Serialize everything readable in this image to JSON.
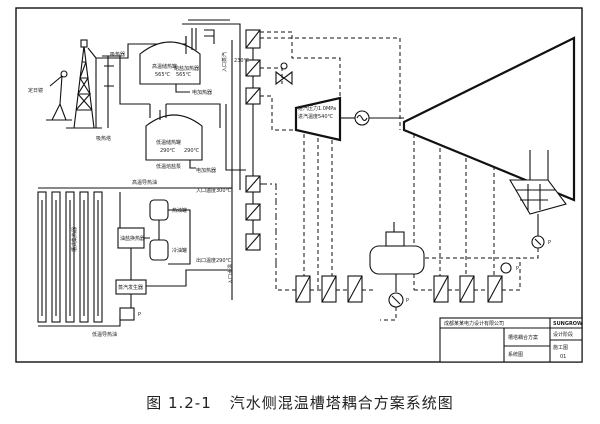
{
  "caption": {
    "number": "图 1.2-1",
    "title": "汽水侧混温槽塔耦合方案系统图"
  },
  "labels": {
    "solar_tower": "吸热器",
    "tower_base": "吸热塔",
    "heliostat": "定日镜",
    "hot_tank_title": "高温储热罐",
    "hot_tank_temp": "565℃",
    "hot_tank_heater": "熔盐加热器",
    "hot_tank_temp2": "565℃",
    "heater": "电加热器",
    "cold_tank_title": "低温储热罐",
    "cold_tank_temp": "290℃",
    "cold_tank_temp_b": "290℃",
    "cold_pump_label": "低温熔盐泵",
    "cold_tank_heater": "电加热器",
    "reheat_inlet": "入口蒸汽",
    "reheat_temp": "230℃",
    "turbine_pressure": "进汽压力1.0MPa",
    "turbine_temp": "进汽温度540℃",
    "trough_field": "槽式集热器",
    "trough_header": "高温导热油",
    "hot_oil_tank": "热油罐",
    "cold_oil_tank": "冷油罐",
    "oil_exchanger": "油盐换热器",
    "inlet_temp": "入口温度300℃",
    "outlet_temp": "出口温度290℃",
    "steam_gen": "蒸汽发生器",
    "water_inlet": "入口水温",
    "low_temp_return": "低温导热油",
    "pump_p1": "P",
    "pump_p2": "P",
    "pump_p3": "P",
    "pump_p4": "P"
  },
  "title_block": {
    "company": "成都某某电力设计有限公司",
    "logo": "SUNGROW",
    "project": "槽塔耦合方案",
    "drawing": "系统图",
    "rev": "01",
    "r1c3": "设计阶段",
    "r2c3": "施工图"
  }
}
